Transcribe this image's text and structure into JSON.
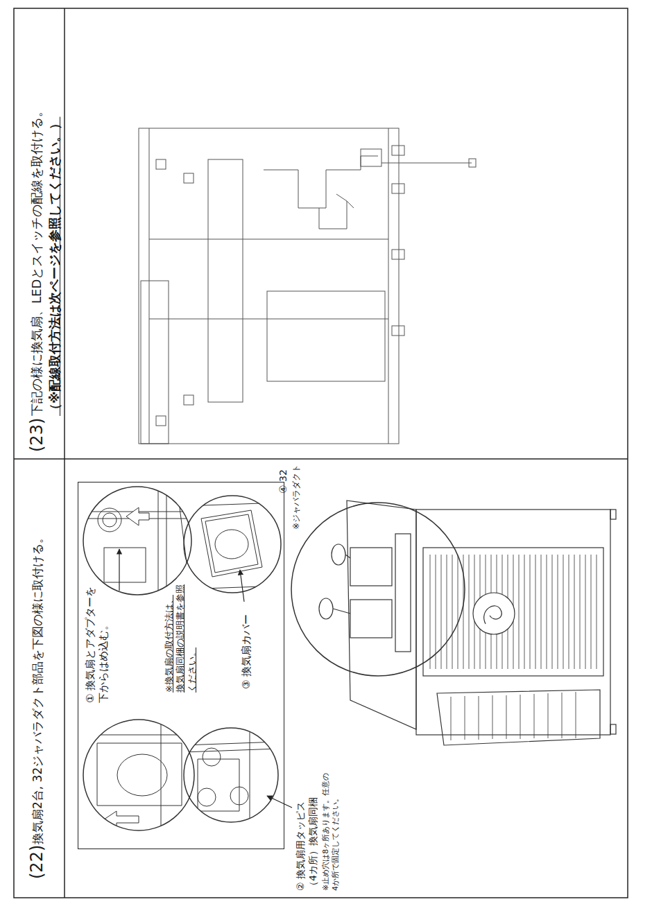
{
  "diagram": {
    "nodes": [
      {
        "text": [
          "(22)",
          "換気扇2台, 32ジャバラダクト部品を下図の様に取付ける。"
        ]
      },
      {
        "text": [
          "① 換気扇とアダプターを 下からはめ込む。",
          "※換気扇の取付方法は、 換気扇同梱の説明書を参照 ください。",
          "③ 換気扇カバー"
        ],
        "in": 0
      },
      {
        "text": [
          "(23)",
          "下記の様に換気扇、LEDとスイッチの配線を取付ける。",
          "（※配線取付方法は次ページを参照してください。）"
        ]
      }
    ],
    "labels": [
      "② 換気扇用タッピス （4カ所）換気扇同梱",
      "※止め穴は8ヶ所あります。任意の 4か所で固定してください。",
      "④ 32",
      "※ジャバラダクト"
    ]
  }
}
